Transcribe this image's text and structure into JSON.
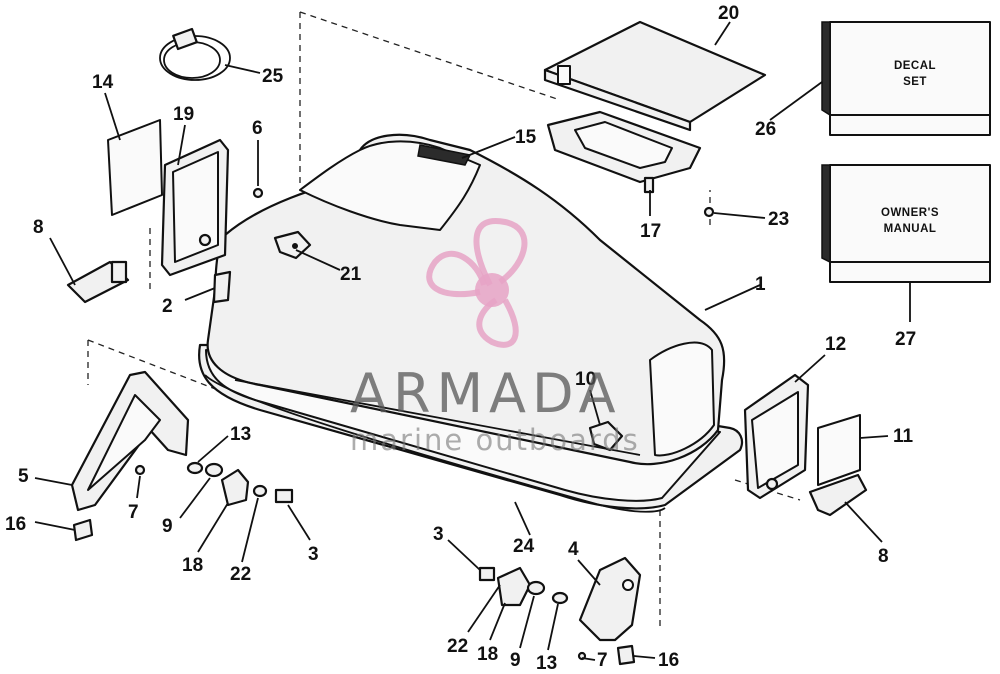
{
  "callouts": [
    {
      "id": "c1",
      "label": "1"
    },
    {
      "id": "c2",
      "label": "2"
    },
    {
      "id": "c3a",
      "label": "3"
    },
    {
      "id": "c3b",
      "label": "3"
    },
    {
      "id": "c4",
      "label": "4"
    },
    {
      "id": "c5",
      "label": "5"
    },
    {
      "id": "c6",
      "label": "6"
    },
    {
      "id": "c7a",
      "label": "7"
    },
    {
      "id": "c7b",
      "label": "7"
    },
    {
      "id": "c8a",
      "label": "8"
    },
    {
      "id": "c8b",
      "label": "8"
    },
    {
      "id": "c9a",
      "label": "9"
    },
    {
      "id": "c9b",
      "label": "9"
    },
    {
      "id": "c10",
      "label": "10"
    },
    {
      "id": "c11",
      "label": "11"
    },
    {
      "id": "c12",
      "label": "12"
    },
    {
      "id": "c13a",
      "label": "13"
    },
    {
      "id": "c13b",
      "label": "13"
    },
    {
      "id": "c14",
      "label": "14"
    },
    {
      "id": "c15",
      "label": "15"
    },
    {
      "id": "c16a",
      "label": "16"
    },
    {
      "id": "c16b",
      "label": "16"
    },
    {
      "id": "c17",
      "label": "17"
    },
    {
      "id": "c18a",
      "label": "18"
    },
    {
      "id": "c18b",
      "label": "18"
    },
    {
      "id": "c19",
      "label": "19"
    },
    {
      "id": "c20",
      "label": "20"
    },
    {
      "id": "c21",
      "label": "21"
    },
    {
      "id": "c22a",
      "label": "22"
    },
    {
      "id": "c22b",
      "label": "22"
    },
    {
      "id": "c23",
      "label": "23"
    },
    {
      "id": "c24",
      "label": "24"
    },
    {
      "id": "c25",
      "label": "25"
    },
    {
      "id": "c26",
      "label": "26"
    },
    {
      "id": "c27",
      "label": "27"
    }
  ],
  "boxes": {
    "decal_set": [
      "DECAL",
      "SET"
    ],
    "owners_manual": [
      "OWNER'S",
      "MANUAL"
    ]
  },
  "watermark": {
    "title": "ARMADA",
    "subtitle": "marine outboards",
    "logo_color": "#e6a3c6"
  }
}
